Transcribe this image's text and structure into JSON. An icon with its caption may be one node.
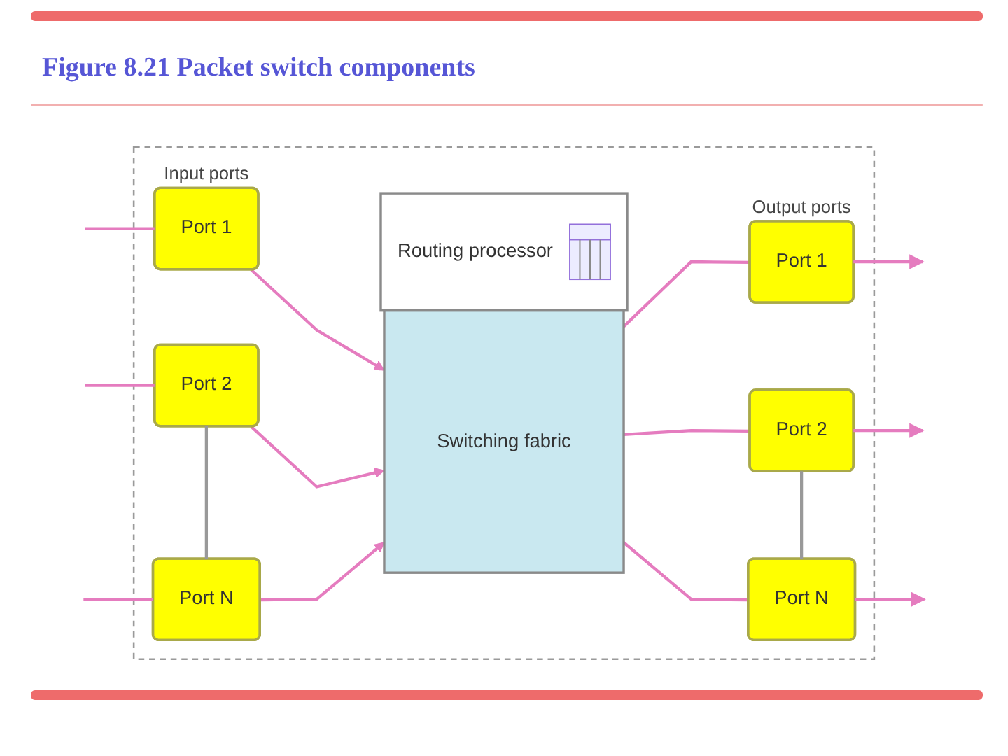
{
  "diagram": {
    "title": "Figure 8.21 Packet switch components",
    "nodes": [
      {
        "text": [],
        "shape": "box"
      },
      {
        "text": [
          "Routing processor"
        ],
        "in": 0
      },
      {
        "text": [
          "Port 1"
        ],
        "in": 0
      },
      {
        "text": [
          "Port 2"
        ],
        "in": 0
      },
      {
        "text": [
          "Port N"
        ],
        "in": 0
      },
      {
        "text": [
          "Switching fabric"
        ],
        "in": 0
      },
      {
        "text": [
          "Port 1"
        ],
        "in": 0
      },
      {
        "text": [
          "Port 2"
        ],
        "in": 0
      },
      {
        "text": [
          "Port N"
        ],
        "in": 0
      }
    ],
    "edges": [
      {
        "from": null,
        "to": 2,
        "arrow": "none"
      },
      {
        "from": null,
        "to": 3,
        "arrow": "none"
      },
      {
        "from": null,
        "to": 4,
        "arrow": "none"
      },
      {
        "from": 2,
        "to": 5,
        "arrow": "to"
      },
      {
        "from": 3,
        "to": 5,
        "arrow": "to"
      },
      {
        "from": 4,
        "to": 5,
        "arrow": "to"
      },
      {
        "from": 5,
        "to": 6,
        "arrow": "none"
      },
      {
        "from": 5,
        "to": 7,
        "arrow": "none"
      },
      {
        "from": 5,
        "to": 8,
        "arrow": "none"
      },
      {
        "from": 6,
        "to": null,
        "arrow": "to"
      },
      {
        "from": 7,
        "to": null,
        "arrow": "to"
      },
      {
        "from": 8,
        "to": null,
        "arrow": "to"
      },
      {
        "from": 3,
        "to": 4,
        "arrow": "none",
        "color": "#999999"
      },
      {
        "from": 7,
        "to": 8,
        "arrow": "none",
        "color": "#999999"
      }
    ],
    "labels": [
      "Input ports",
      "Output ports"
    ]
  }
}
